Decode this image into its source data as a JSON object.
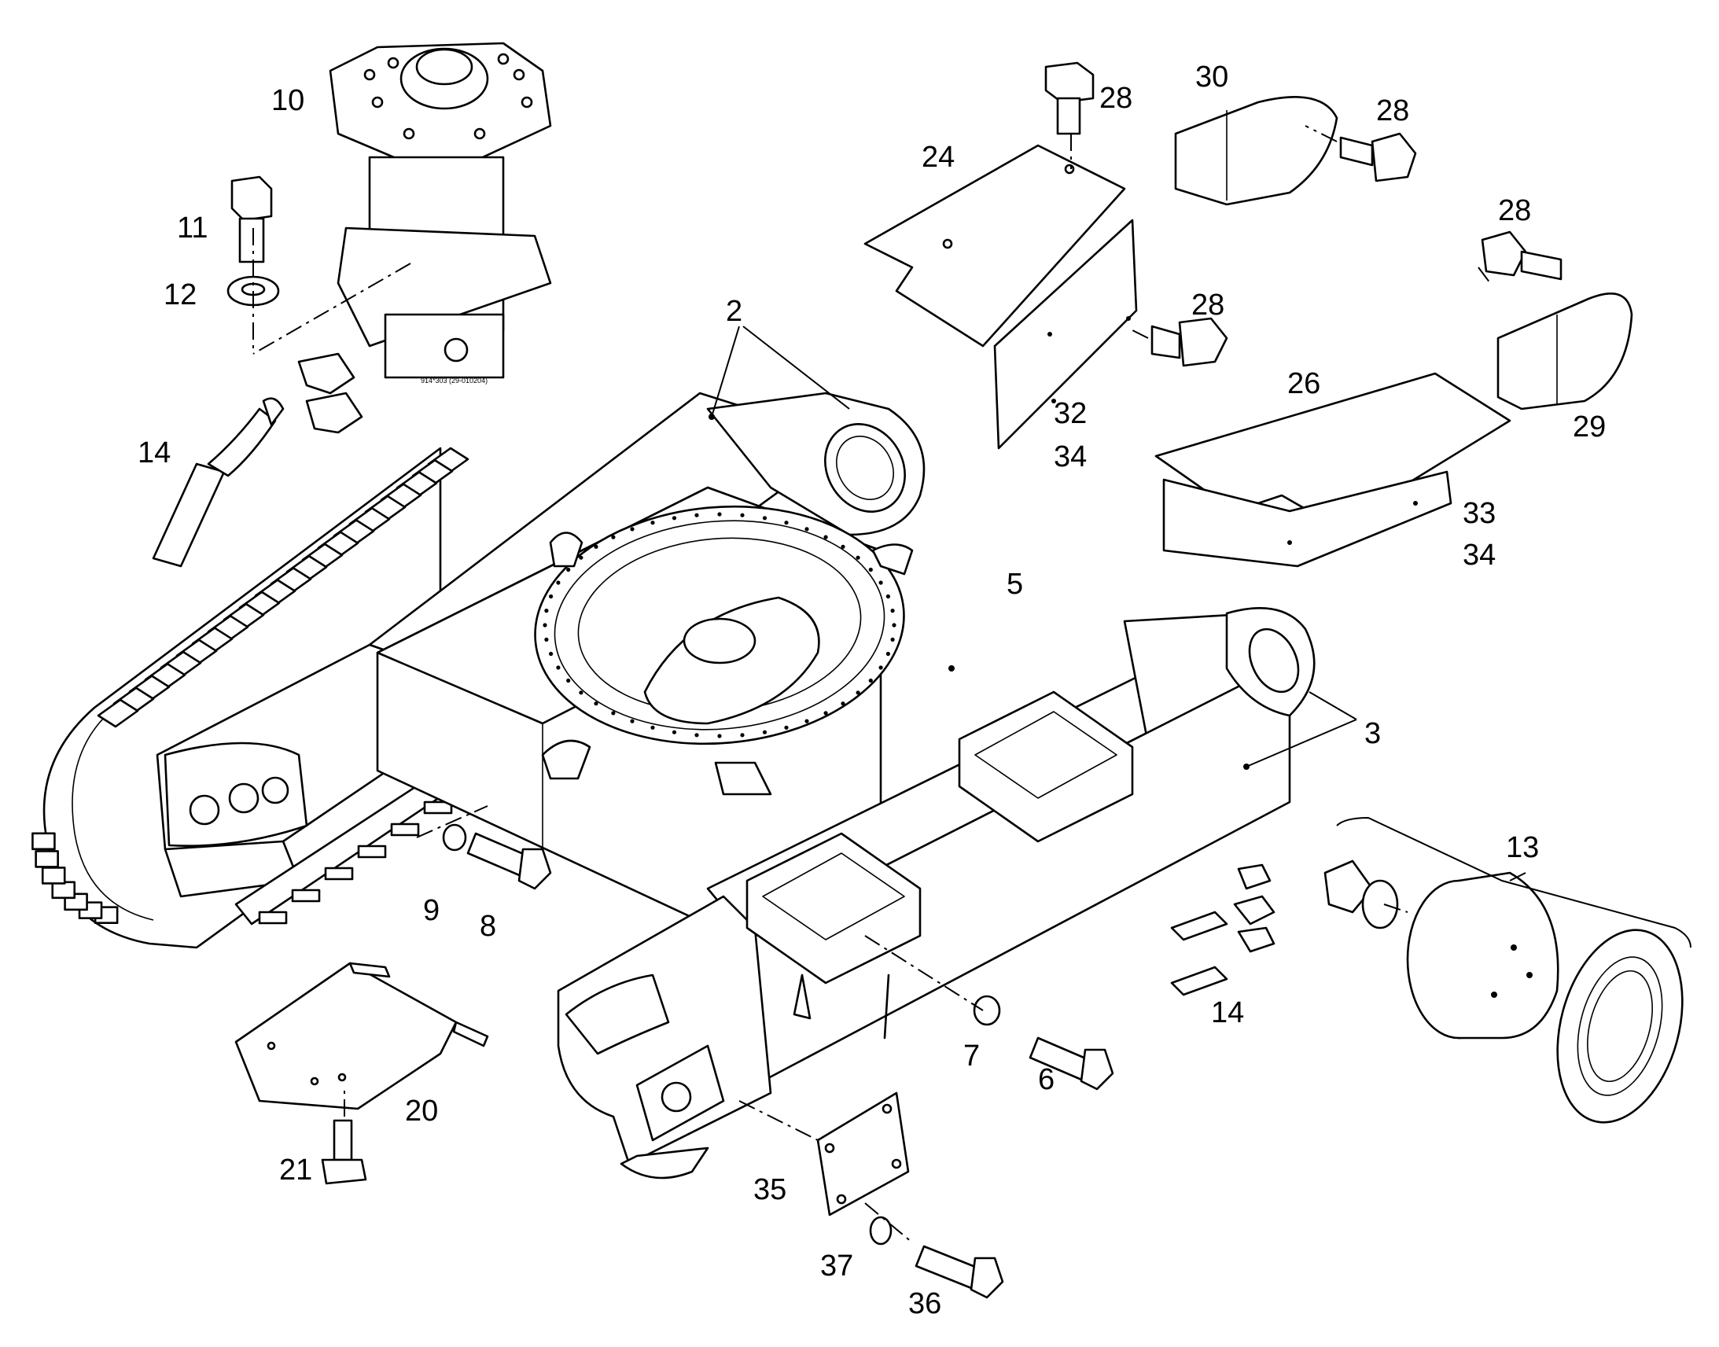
{
  "callouts": {
    "c2": "2",
    "c3": "3",
    "c5": "5",
    "c6": "6",
    "c7": "7",
    "c8": "8",
    "c9": "9",
    "c10": "10",
    "c11": "11",
    "c12": "12",
    "c13": "13",
    "c14a": "14",
    "c14b": "14",
    "c20": "20",
    "c21": "21",
    "c24": "24",
    "c26": "26",
    "c28a": "28",
    "c28b": "28",
    "c28c": "28",
    "c28d": "28",
    "c29": "29",
    "c30": "30",
    "c32": "32",
    "c33": "33",
    "c34a": "34",
    "c34b": "34",
    "c35": "35",
    "c36": "36",
    "c37": "37"
  },
  "marks": {
    "rotary_joint_stamp": "914*303 (29-010204)"
  }
}
